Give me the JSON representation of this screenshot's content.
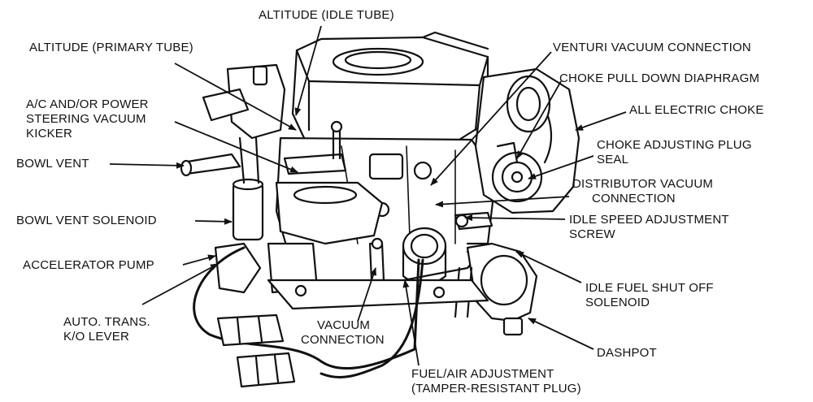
{
  "labels": {
    "altitude_idle_tube": "ALTITUDE (IDLE TUBE)",
    "altitude_primary_tube": "ALTITUDE (PRIMARY TUBE)",
    "ac_kicker": [
      "A/C AND/OR POWER",
      "STEERING VACUUM",
      "KICKER"
    ],
    "bowl_vent": "BOWL VENT",
    "bowl_vent_solenoid": "BOWL VENT SOLENOID",
    "accelerator_pump": "ACCELERATOR PUMP",
    "auto_trans_lever": [
      "AUTO. TRANS.",
      "K/O LEVER"
    ],
    "vacuum_connection": [
      "VACUUM",
      "CONNECTION"
    ],
    "fuel_air_adjustment": [
      "FUEL/AIR ADJUSTMENT",
      "(TAMPER-RESISTANT PLUG)"
    ],
    "venturi_vacuum_connection": "VENTURI VACUUM CONNECTION",
    "choke_pull_down": "CHOKE PULL DOWN DIAPHRAGM",
    "all_electric_choke": "ALL ELECTRIC CHOKE",
    "choke_adjusting_plug": [
      "CHOKE ADJUSTING PLUG",
      "SEAL"
    ],
    "distributor_vacuum": [
      "DISTRIBUTOR VACUUM",
      "CONNECTION"
    ],
    "idle_speed_screw": [
      "IDLE SPEED ADJUSTMENT",
      "SCREW"
    ],
    "idle_fuel_shutoff": [
      "IDLE FUEL SHUT OFF",
      "SOLENOID"
    ],
    "dashpot": "DASHPOT"
  },
  "colors": {
    "ink": "#111111",
    "paper": "#ffffff"
  }
}
